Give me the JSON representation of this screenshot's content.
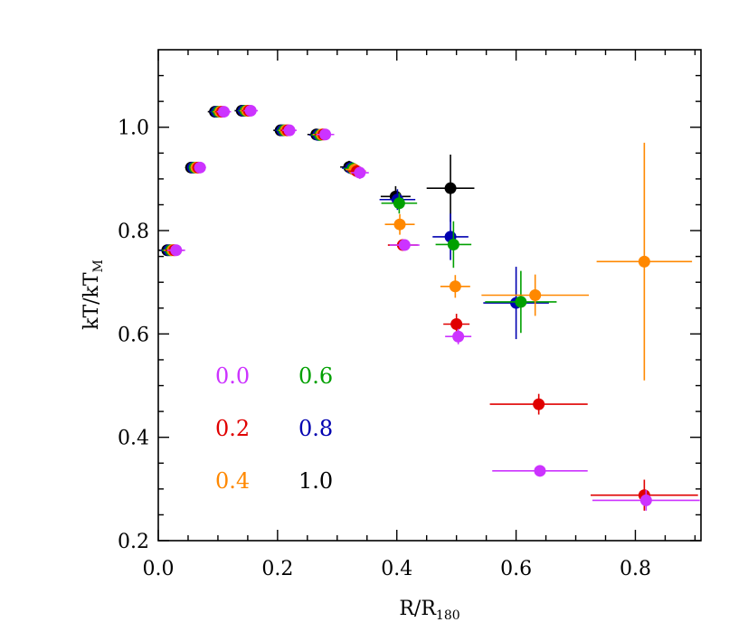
{
  "chart_data": {
    "type": "scatter",
    "x_axis": {
      "label_main": "R/R",
      "label_sub": "180",
      "min": 0.0,
      "max": 0.91,
      "ticks": [
        0.0,
        0.2,
        0.4,
        0.6,
        0.8
      ],
      "tick_labels": [
        "0.0",
        "0.2",
        "0.4",
        "0.6",
        "0.8"
      ]
    },
    "y_axis": {
      "label_main": "kT/kT",
      "label_sub": "M",
      "min": 0.2,
      "max": 1.15,
      "ticks": [
        0.2,
        0.4,
        0.6,
        0.8,
        1.0
      ],
      "tick_labels": [
        "0.2",
        "0.4",
        "0.6",
        "0.8",
        "1.0"
      ]
    },
    "legend_position": "lower-left",
    "series": [
      {
        "name": "1.0",
        "color": "#000000",
        "points": [
          [
            0.015,
            0.762,
            0.015,
            0.01
          ],
          [
            0.055,
            0.922,
            0.01,
            0.008
          ],
          [
            0.095,
            1.03,
            0.012,
            0.008
          ],
          [
            0.14,
            1.032,
            0.012,
            0.008
          ],
          [
            0.205,
            0.994,
            0.012,
            0.008
          ],
          [
            0.265,
            0.986,
            0.015,
            0.01
          ],
          [
            0.32,
            0.923,
            0.015,
            0.012
          ],
          [
            0.398,
            0.866,
            0.025,
            0.02
          ],
          [
            0.49,
            0.882,
            0.04,
            0.065
          ]
        ]
      },
      {
        "name": "0.8",
        "color": "#0000b0",
        "points": [
          [
            0.018,
            0.762,
            0.015,
            0.01
          ],
          [
            0.058,
            0.922,
            0.01,
            0.008
          ],
          [
            0.098,
            1.03,
            0.012,
            0.008
          ],
          [
            0.143,
            1.032,
            0.012,
            0.008
          ],
          [
            0.208,
            0.994,
            0.012,
            0.008
          ],
          [
            0.268,
            0.985,
            0.015,
            0.01
          ],
          [
            0.323,
            0.921,
            0.015,
            0.012
          ],
          [
            0.401,
            0.86,
            0.03,
            0.02
          ],
          [
            0.49,
            0.788,
            0.03,
            0.045
          ],
          [
            0.6,
            0.66,
            0.055,
            0.07
          ]
        ]
      },
      {
        "name": "0.6",
        "color": "#00a000",
        "points": [
          [
            0.021,
            0.762,
            0.015,
            0.01
          ],
          [
            0.061,
            0.922,
            0.01,
            0.008
          ],
          [
            0.101,
            1.03,
            0.012,
            0.008
          ],
          [
            0.146,
            1.032,
            0.012,
            0.008
          ],
          [
            0.211,
            0.994,
            0.012,
            0.008
          ],
          [
            0.271,
            0.985,
            0.015,
            0.01
          ],
          [
            0.326,
            0.92,
            0.015,
            0.012
          ],
          [
            0.404,
            0.853,
            0.03,
            0.02
          ],
          [
            0.495,
            0.773,
            0.03,
            0.045
          ],
          [
            0.608,
            0.662,
            0.06,
            0.06
          ]
        ]
      },
      {
        "name": "0.4",
        "color": "#ff8800",
        "points": [
          [
            0.024,
            0.762,
            0.015,
            0.01
          ],
          [
            0.064,
            0.922,
            0.01,
            0.008
          ],
          [
            0.104,
            1.03,
            0.012,
            0.008
          ],
          [
            0.149,
            1.032,
            0.012,
            0.008
          ],
          [
            0.214,
            0.994,
            0.012,
            0.008
          ],
          [
            0.274,
            0.986,
            0.015,
            0.01
          ],
          [
            0.329,
            0.918,
            0.015,
            0.012
          ],
          [
            0.405,
            0.812,
            0.025,
            0.02
          ],
          [
            0.498,
            0.692,
            0.025,
            0.022
          ],
          [
            0.632,
            0.675,
            0.09,
            0.04
          ],
          [
            0.815,
            0.74,
            0.08,
            0.23
          ]
        ]
      },
      {
        "name": "0.2",
        "color": "#e00000",
        "points": [
          [
            0.027,
            0.762,
            0.015,
            0.01
          ],
          [
            0.067,
            0.922,
            0.01,
            0.008
          ],
          [
            0.107,
            1.03,
            0.012,
            0.008
          ],
          [
            0.152,
            1.032,
            0.012,
            0.008
          ],
          [
            0.217,
            0.994,
            0.012,
            0.008
          ],
          [
            0.277,
            0.986,
            0.015,
            0.01
          ],
          [
            0.333,
            0.915,
            0.015,
            0.012
          ],
          [
            0.41,
            0.772,
            0.025,
            0.01
          ],
          [
            0.5,
            0.619,
            0.022,
            0.02
          ],
          [
            0.638,
            0.464,
            0.082,
            0.02
          ],
          [
            0.815,
            0.288,
            0.09,
            0.03
          ]
        ]
      },
      {
        "name": "0.0",
        "color": "#cc33ff",
        "points": [
          [
            0.03,
            0.762,
            0.015,
            0.01
          ],
          [
            0.07,
            0.922,
            0.01,
            0.008
          ],
          [
            0.11,
            1.03,
            0.012,
            0.008
          ],
          [
            0.155,
            1.032,
            0.012,
            0.008
          ],
          [
            0.22,
            0.994,
            0.012,
            0.008
          ],
          [
            0.28,
            0.986,
            0.015,
            0.01
          ],
          [
            0.338,
            0.912,
            0.015,
            0.012
          ],
          [
            0.413,
            0.772,
            0.025,
            0.01
          ],
          [
            0.503,
            0.595,
            0.022,
            0.015
          ],
          [
            0.64,
            0.335,
            0.08,
            0.004
          ],
          [
            0.818,
            0.278,
            0.09,
            0.02
          ]
        ]
      }
    ],
    "legend": [
      {
        "label": "0.0",
        "color": "#cc33ff"
      },
      {
        "label": "0.6",
        "color": "#00a000"
      },
      {
        "label": "0.2",
        "color": "#e00000"
      },
      {
        "label": "0.8",
        "color": "#0000b0"
      },
      {
        "label": "0.4",
        "color": "#ff8800"
      },
      {
        "label": "1.0",
        "color": "#000000"
      }
    ]
  }
}
